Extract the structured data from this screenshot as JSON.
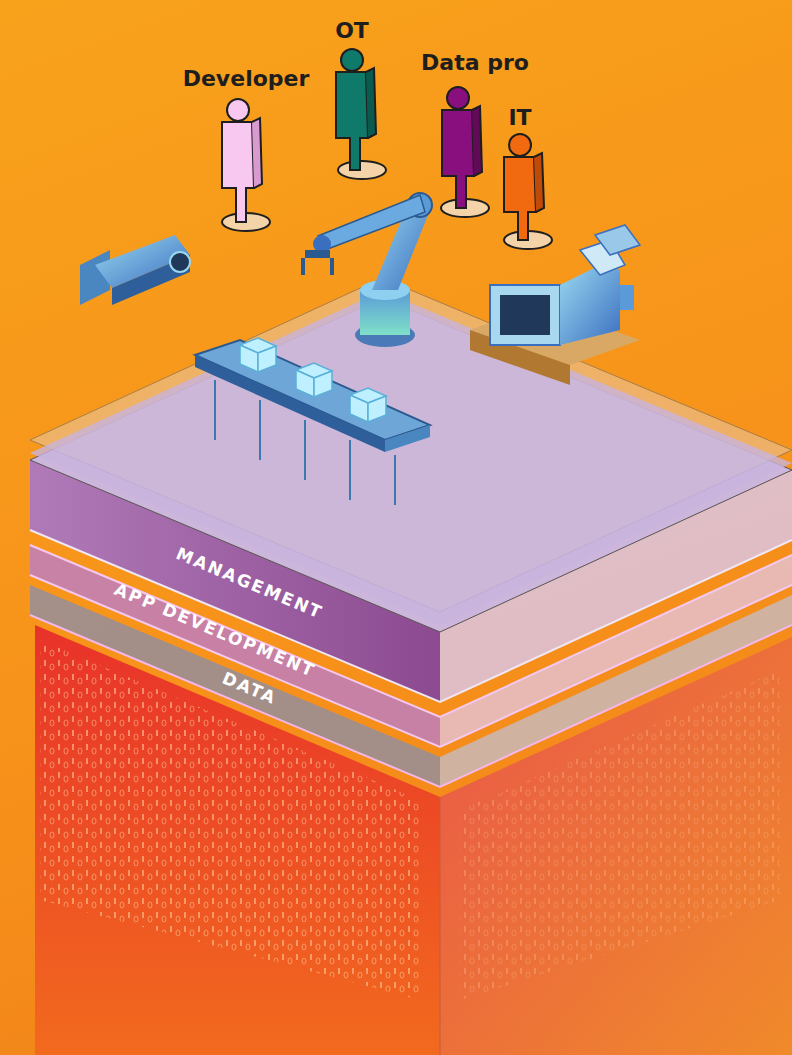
{
  "diagram": {
    "nodes": [
      {
        "text": [
          "MANAGEMENT"
        ]
      },
      {
        "text": [
          "APP DEVELOPMENT"
        ]
      },
      {
        "text": [
          "DATA"
        ]
      }
    ],
    "labels": [
      "Developer",
      "OT",
      "Data pro",
      "IT"
    ]
  }
}
